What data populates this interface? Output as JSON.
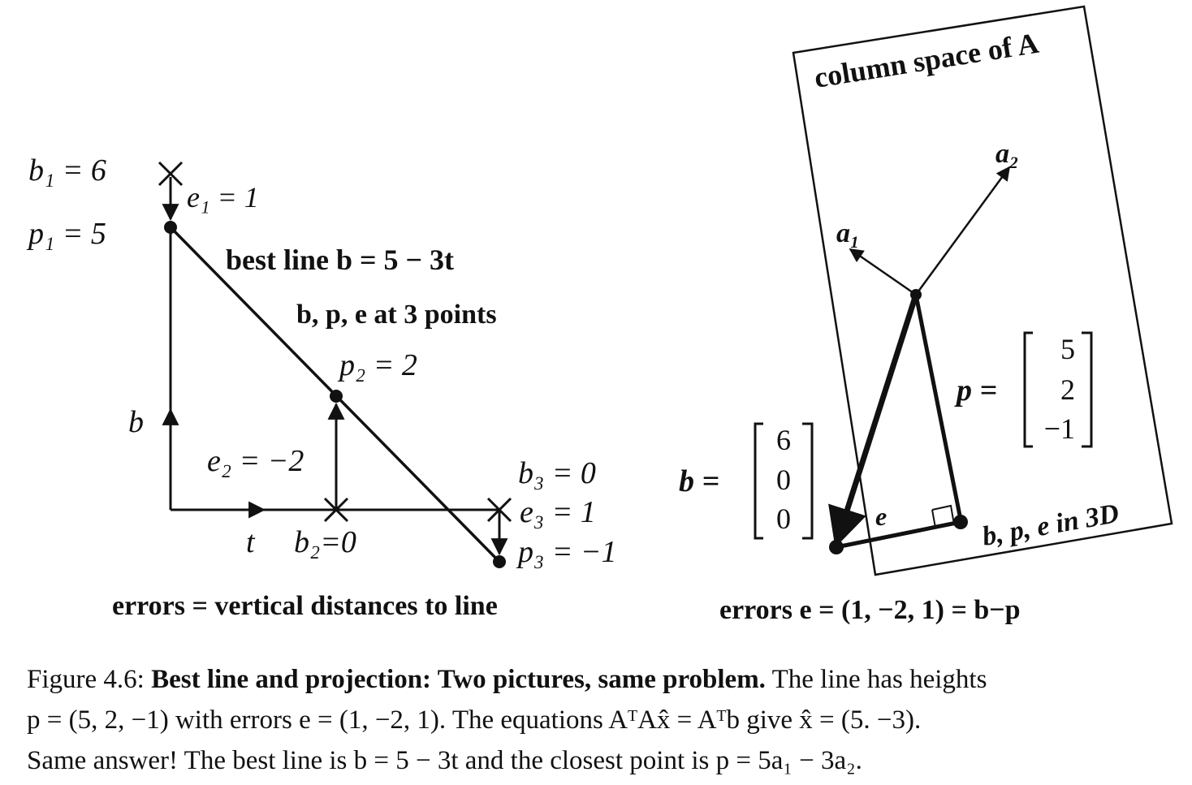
{
  "left": {
    "b1": "b₁ = 6",
    "p1": "p₁ = 5",
    "e1": "e₁ = 1",
    "best_line": "best line b = 5 − 3t",
    "bpe_points": "b, p, e at 3 points",
    "p2": "p₂ = 2",
    "b_axis": "b",
    "e2": "e₂ = −2",
    "b3": "b₃ = 0",
    "e3": "e₃ = 1",
    "t_axis": "t",
    "b2": "b₂=0",
    "p3": "p₃ = −1",
    "footer": "errors = vertical distances to line"
  },
  "right": {
    "column_space": "column space of A",
    "a2": "a₂",
    "a1": "a₁",
    "p_label": "p =",
    "p_vec": [
      "5",
      "2",
      "−1"
    ],
    "b_label": "b =",
    "b_vec": [
      "6",
      "0",
      "0"
    ],
    "e_label": "e",
    "bpe_3d": "b, p, e in 3D",
    "footer": "errors  e = (1, −2, 1) = b−p"
  },
  "caption": {
    "figure_no": "Figure 4.6:",
    "bold": "Best line and projection: Two pictures, same problem.",
    "line1_rest": "The line has heights",
    "line2": "p = (5, 2, −1) with errors e = (1, −2, 1). The equations AᵀAx̂ = Aᵀb give x̂ = (5. −3).",
    "line3": "Same answer! The best line is b = 5 − 3t and the closest point is p = 5a₁ − 3a₂."
  }
}
